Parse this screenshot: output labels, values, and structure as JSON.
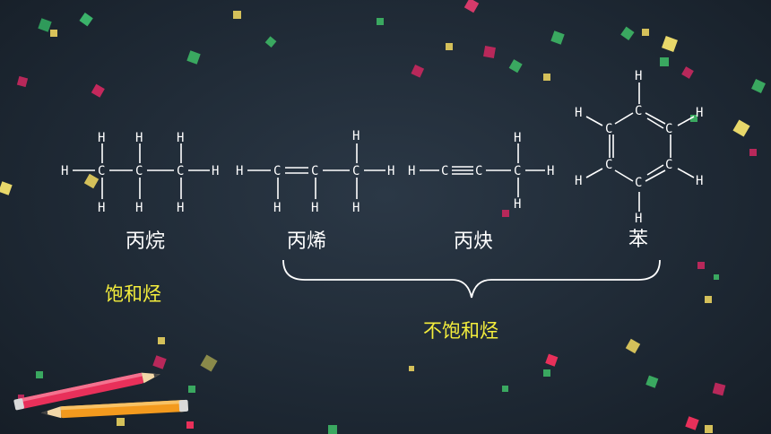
{
  "molecules": {
    "propane": {
      "name": "丙烷"
    },
    "propene": {
      "name": "丙烯"
    },
    "propyne": {
      "name": "丙炔"
    },
    "benzene": {
      "name": "苯"
    }
  },
  "atoms": {
    "hydrogen": "H",
    "carbon": "C"
  },
  "categories": {
    "saturated": "饱和烃",
    "unsaturated": "不饱和烃"
  },
  "colors": {
    "background": "#1f2a35",
    "label_text": "#ffffff",
    "category_text": "#f4ee3c",
    "pencil_red": "#e8305a",
    "pencil_orange": "#f39a1e"
  }
}
